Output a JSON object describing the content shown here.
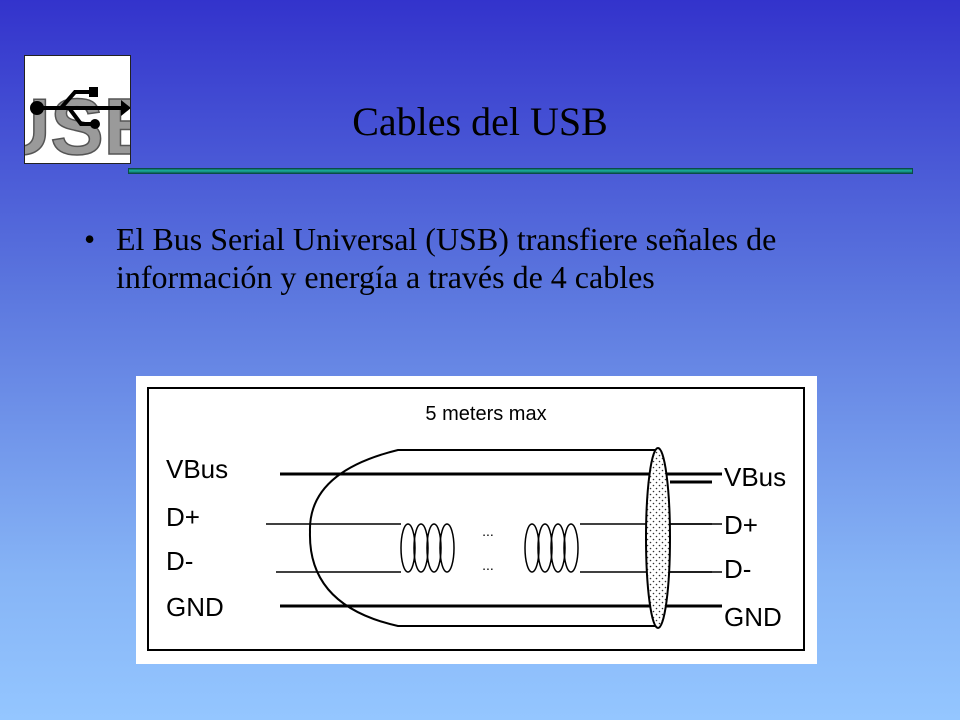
{
  "logo": {
    "text": "USB",
    "icon": "usb-trident-icon"
  },
  "title": "Cables del USB",
  "bullets": [
    {
      "text": "El Bus Serial Universal (USB) transfiere señales de información y energía a través de 4 cables"
    }
  ],
  "diagram": {
    "caption": "5 meters max",
    "left_labels": [
      "VBus",
      "D+",
      "D-",
      "GND"
    ],
    "right_labels": [
      "VBus",
      "D+",
      "D-",
      "GND"
    ],
    "ellipsis": "..."
  },
  "colors": {
    "background_top": "#3333cc",
    "background_bottom": "#94c6ff",
    "rule": "#19b09e"
  }
}
